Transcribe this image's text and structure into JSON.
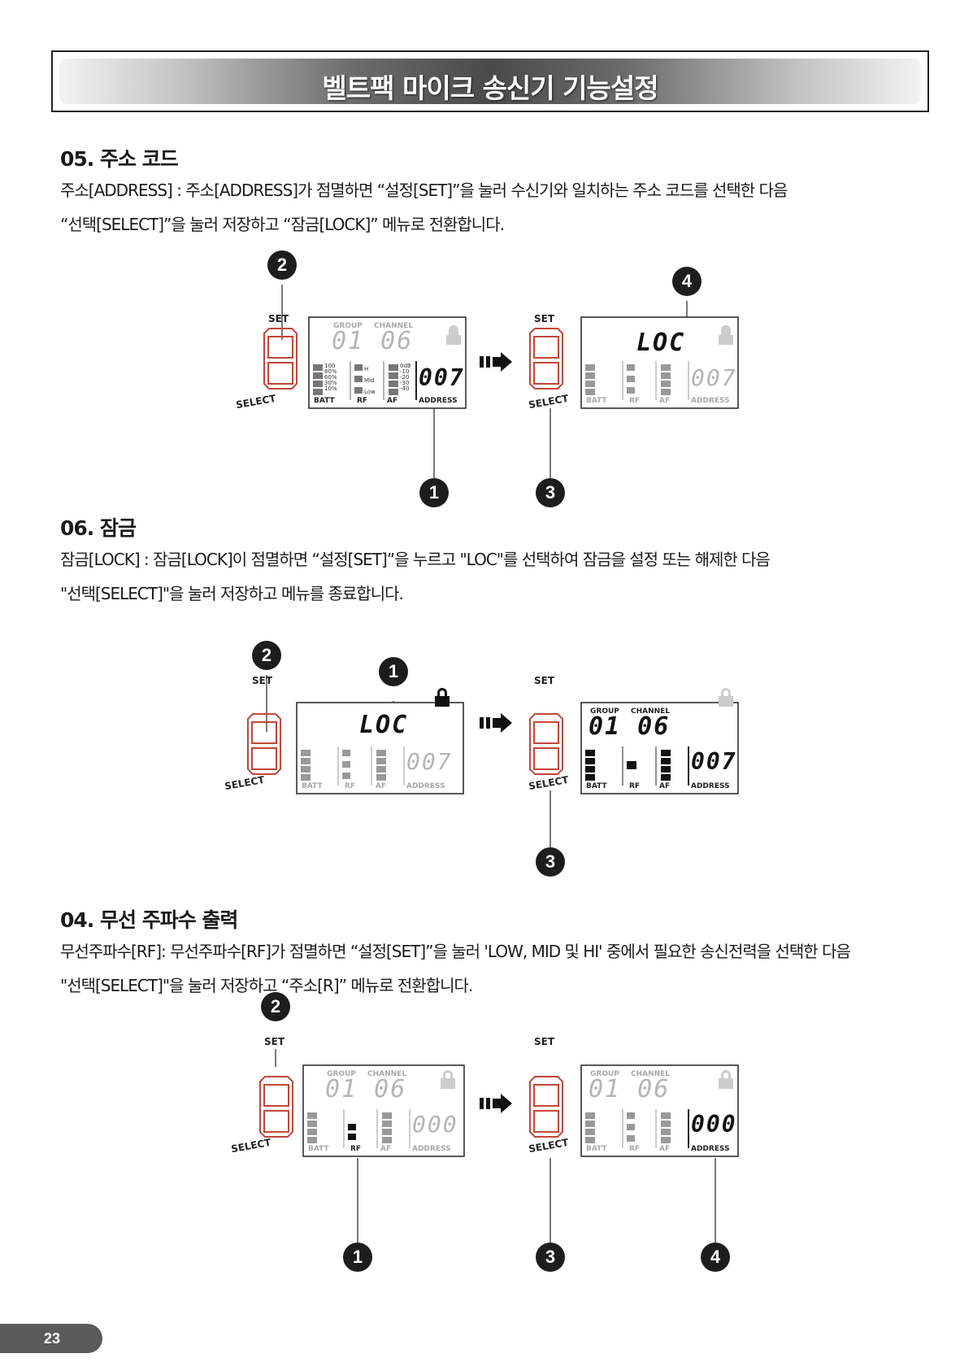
{
  "title": "벨트팩 마이크 송신기 기능설정",
  "sections": [
    {
      "heading": "05. 주소 코드",
      "lines": [
        "주소[ADDRESS] : 주소[ADDRESS]가 점멸하면 “설정[SET]”을 눌러 수신기와 일치하는 주소 코드를 선택한 다음",
        "“선택[SELECT]”을 눌러 저장하고 “잠금[LOCK]” 메뉴로 전환합니다."
      ]
    },
    {
      "heading": "06. 잠금",
      "lines": [
        "잠금[LOCK] : 잠금[LOCK]이 점멸하면 “설정[SET]”을 누르고 \"LOC\"를 선택하여 잠금을 설정 또는 해제한 다음",
        "\"선택[SELECT]\"을 눌러 저장하고 메뉴를 종료합니다."
      ]
    },
    {
      "heading": "04. 무선 주파수 출력",
      "lines": [
        "무선주파수[RF]: 무선주파수[RF]가 점멸하면 “설정[SET]”을 눌러 'LOW, MID 및 HI' 중에서 필요한 송신전력을 선택한 다음",
        "\"선택[SELECT]\"을 눌러 저장하고 “주소[R]” 메뉴로 전환합니다."
      ]
    }
  ],
  "lcd": {
    "set": "SET",
    "select": "SELECT",
    "group": "GROUP",
    "channel": "CHANNEL",
    "batt": "BATT",
    "rf": "RF",
    "af": "AF",
    "address": "ADDRESS",
    "group_channel": "01 06",
    "loc": "LOC",
    "addr_007": "007",
    "addr_000": "000",
    "batt_levels": [
      "100",
      "80%",
      "60%",
      "30%",
      "10%"
    ],
    "rf_levels": [
      "H",
      "Mid",
      "Low"
    ],
    "af_levels": [
      "0dB",
      "-10",
      "-20",
      "-30",
      "-40"
    ]
  },
  "callouts": [
    "1",
    "2",
    "3",
    "4"
  ],
  "page_number": "23",
  "icons": [
    "lock-icon",
    "arrow-right-icon"
  ]
}
